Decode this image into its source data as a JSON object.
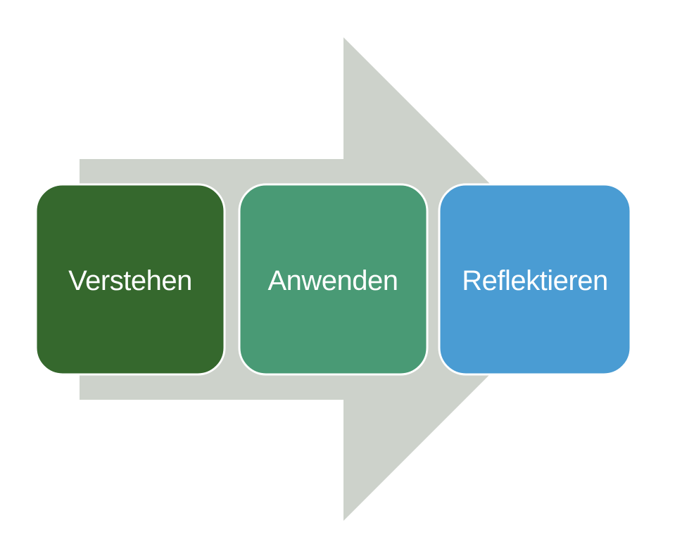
{
  "diagram": {
    "type": "process-arrow",
    "background_color": "#FFFFFF",
    "arrow": {
      "direction": "right",
      "color": "#CDD2CB"
    },
    "box_border_color": "#FFFFFF",
    "label_color": "#FFFFFF",
    "steps": [
      {
        "label": "Verstehen",
        "color": "#35682D"
      },
      {
        "label": "Anwenden",
        "color": "#499A75"
      },
      {
        "label": "Reflektieren",
        "color": "#4A9CD3"
      }
    ]
  }
}
